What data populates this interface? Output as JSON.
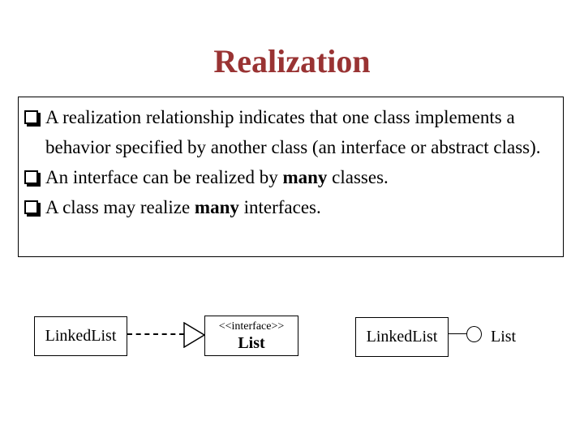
{
  "slide": {
    "title": "Realization",
    "colors": {
      "title": "#993333",
      "text": "#000000",
      "background": "#ffffff"
    },
    "text_box": {
      "bullets": {
        "b1": {
          "text": "A realization relationship indicates that one class implements a behavior specified by another class (an interface or abstract class)."
        },
        "b2": {
          "pre": "An interface can be realized by ",
          "bold": "many",
          "post": " classes."
        },
        "b3": {
          "pre": "A class may realize ",
          "bold": "many",
          "post": " interfaces."
        }
      }
    },
    "diagrams": {
      "realization_arrow_example": {
        "class_name": "LinkedList",
        "interface_stereotype": "<<interface>>",
        "interface_name": "List"
      },
      "lollipop_example": {
        "class_name": "LinkedList",
        "interface_name": "List"
      }
    }
  }
}
